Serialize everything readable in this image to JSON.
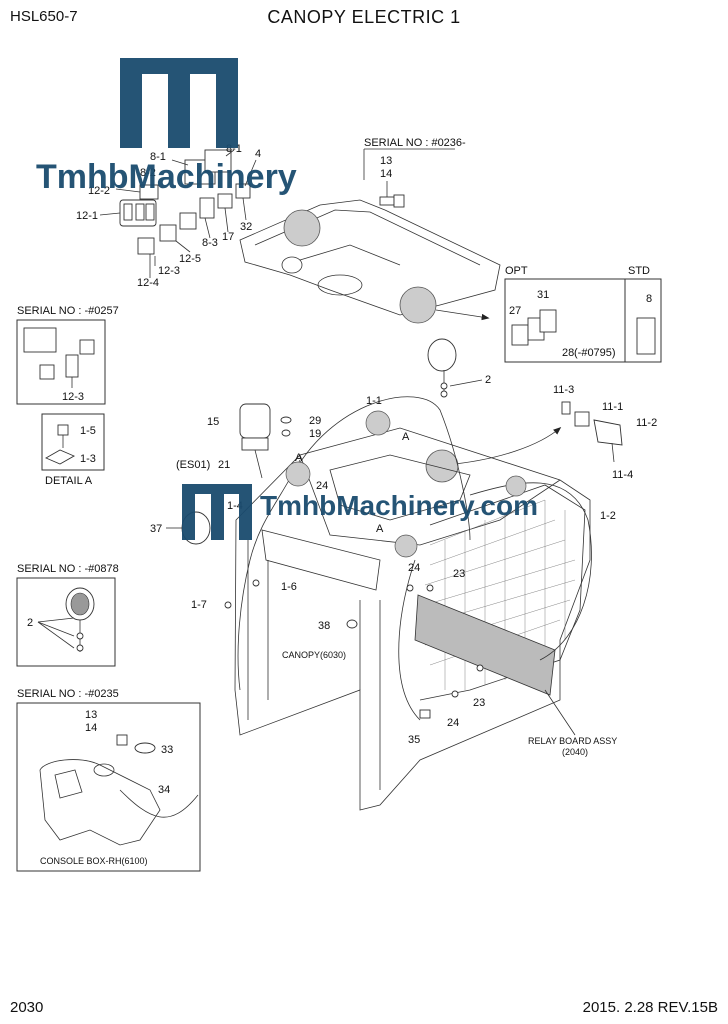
{
  "header": {
    "model": "HSL650-7",
    "title": "CANOPY ELECTRIC 1"
  },
  "footer": {
    "page_number": "2030",
    "revision": "2015. 2.28  REV.15B"
  },
  "watermark": {
    "text_top": "TmhbMachinery",
    "text_mid": "TmhbMachinery.com",
    "color": "#1a4b6e"
  },
  "insets": {
    "serial_0236": "SERIAL NO : #0236-",
    "serial_0257": "SERIAL NO : -#0257",
    "serial_0878": "SERIAL NO : -#0878",
    "serial_0235": "SERIAL NO : -#0235",
    "opt": "OPT",
    "std": "STD",
    "detail_a": "DETAIL A",
    "note_0795": "(-#0795)"
  },
  "labels": {
    "canopy": "CANOPY(6030)",
    "relay_board": "RELAY BOARD ASSY",
    "relay_board_no": "(2040)",
    "console_box": "CONSOLE BOX-RH(6100)",
    "es01": "(ES01)",
    "A": "A"
  },
  "callouts": {
    "c8_1a": "8-1",
    "c8_1b": "8-1",
    "c8_2": "8-2",
    "c4": "4",
    "c12_2": "12-2",
    "c12_1": "12-1",
    "c12_5": "12-5",
    "c12_3": "12-3",
    "c12_4": "12-4",
    "c8_3": "8-3",
    "c17": "17",
    "c32": "32",
    "c13": "13",
    "c14": "14",
    "c27": "27",
    "c31": "31",
    "c28": "28",
    "c8": "8",
    "c12_3b": "12-3",
    "c1_5": "1-5",
    "c1_3": "1-3",
    "c2": "2",
    "c1_1": "1-1",
    "c11_3": "11-3",
    "c11_1": "11-1",
    "c11_2": "11-2",
    "c11_4": "11-4",
    "c15": "15",
    "c29": "29",
    "c19": "19",
    "c21": "21",
    "c1_4": "1-4",
    "c37": "37",
    "c24": "24",
    "c23": "23",
    "c1_2": "1-2",
    "c1_6": "1-6",
    "c1_7": "1-7",
    "c38": "38",
    "c2b": "2",
    "c24b": "24",
    "c23b": "23",
    "c35": "35",
    "c13b": "13",
    "c14b": "14",
    "c33": "33",
    "c34": "34"
  }
}
